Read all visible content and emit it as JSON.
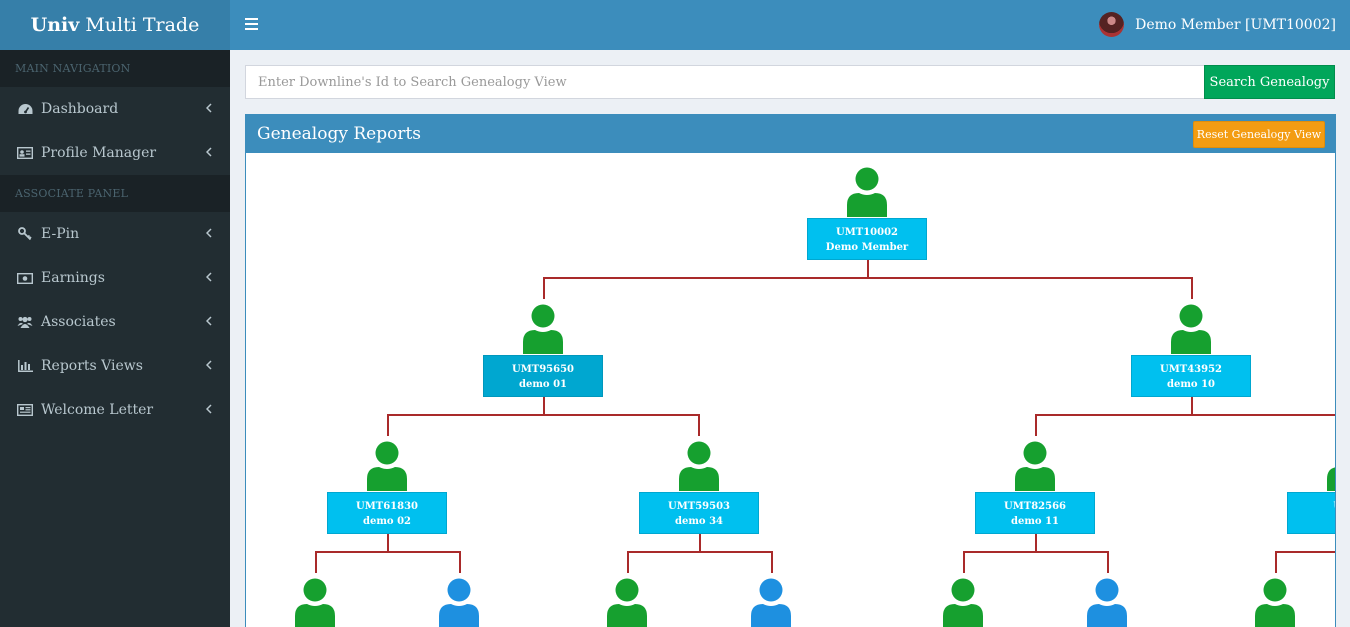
{
  "brand": {
    "bold": "Univ",
    "rest": "Multi Trade"
  },
  "header": {
    "user_label": "Demo Member [UMT10002]"
  },
  "sidebar": {
    "main_header": "MAIN NAVIGATION",
    "associate_header": "ASSOCIATE PANEL",
    "main_items": [
      {
        "label": "Dashboard",
        "icon": "dashboard-icon"
      },
      {
        "label": "Profile Manager",
        "icon": "id-card-icon"
      }
    ],
    "associate_items": [
      {
        "label": "E-Pin",
        "icon": "key-icon"
      },
      {
        "label": "Earnings",
        "icon": "money-icon"
      },
      {
        "label": "Associates",
        "icon": "users-icon"
      },
      {
        "label": "Reports Views",
        "icon": "bar-chart-icon"
      },
      {
        "label": "Welcome Letter",
        "icon": "newspaper-icon"
      }
    ]
  },
  "search": {
    "placeholder": "Enter Downline's Id to Search Genealogy View",
    "button": "Search Genealogy"
  },
  "box": {
    "title": "Genealogy Reports",
    "reset_button": "Reset Genealogy View"
  },
  "tree": {
    "root": {
      "id": "UMT10002",
      "name": "Demo Member"
    },
    "level1": [
      {
        "id": "UMT95650",
        "name": "demo 01"
      },
      {
        "id": "UMT43952",
        "name": "demo 10"
      }
    ],
    "level2": [
      {
        "id": "UMT61830",
        "name": "demo 02"
      },
      {
        "id": "UMT59503",
        "name": "demo 34"
      },
      {
        "id": "UMT82566",
        "name": "demo 11"
      },
      {
        "id": "UMT",
        "name": "de"
      }
    ],
    "level3_colors": [
      "green",
      "blue",
      "green",
      "blue",
      "green",
      "blue",
      "green"
    ]
  },
  "colors": {
    "green": "#16a02f",
    "blue": "#1e90e0",
    "sidebar": "#222d32",
    "header": "#3c8dbc"
  }
}
